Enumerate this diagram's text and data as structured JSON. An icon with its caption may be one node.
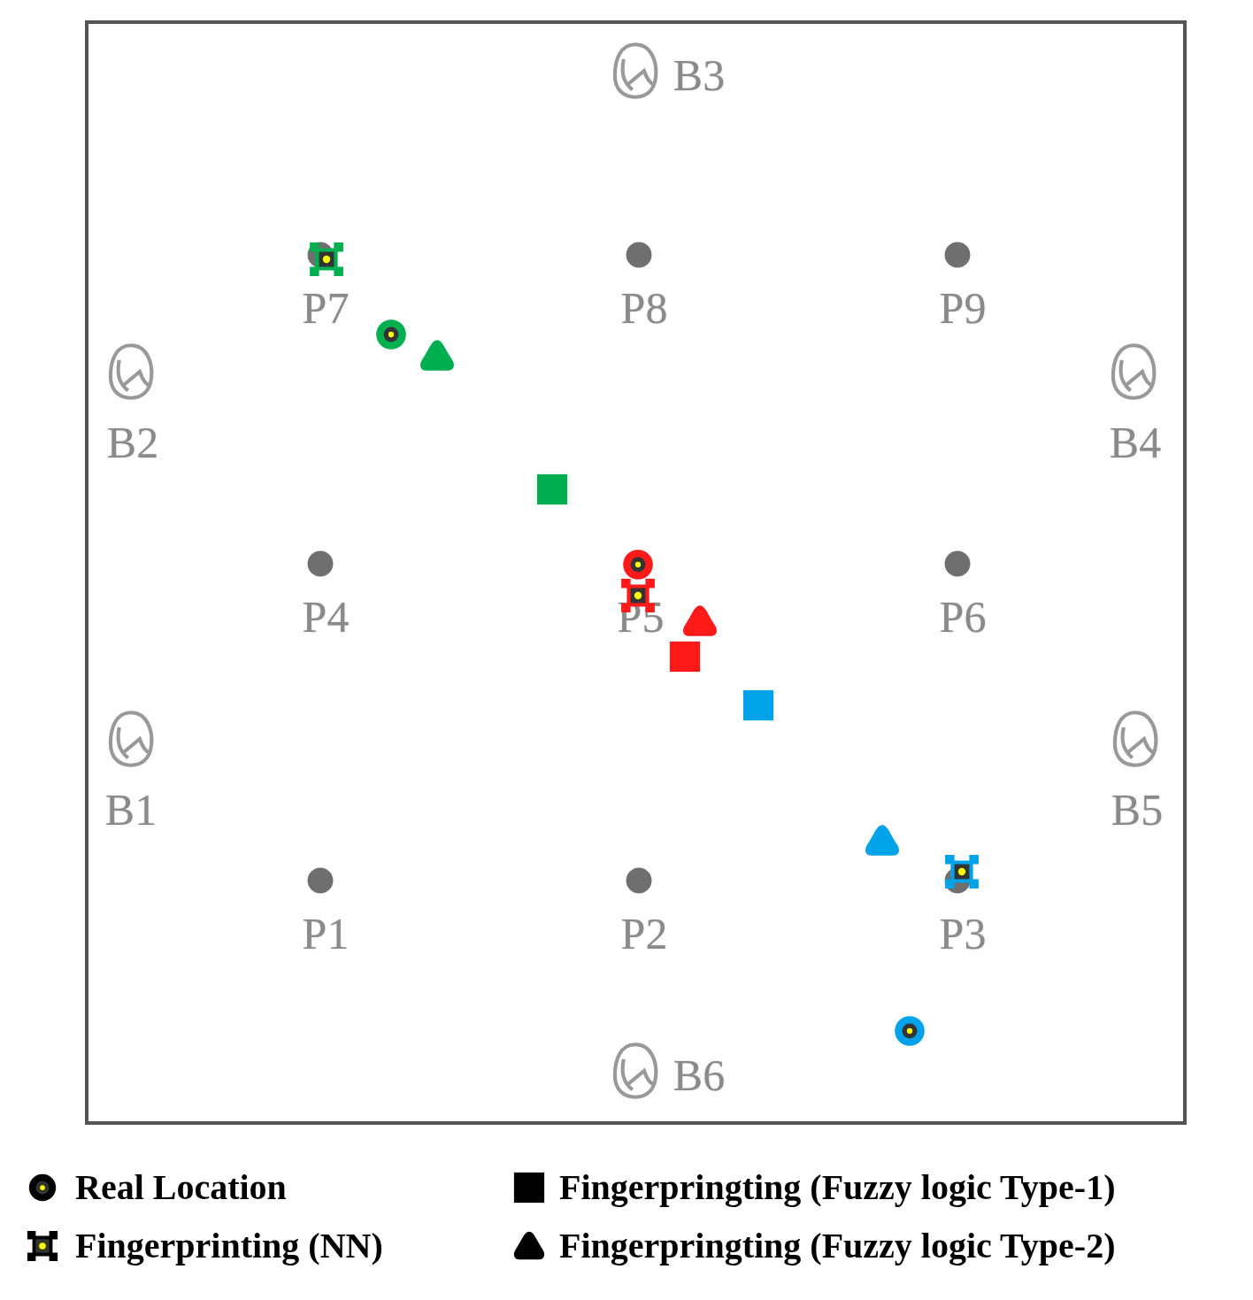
{
  "diagram": {
    "labels": [
      "B3",
      "P7",
      "P8",
      "P9",
      "B2",
      "B4",
      "P4",
      "P5",
      "P6",
      "B1",
      "B5",
      "P1",
      "P2",
      "P3",
      "B6"
    ],
    "legend": [
      {
        "text": "Real Location"
      },
      {
        "text": "Fingerpringting (Fuzzy logic Type-1)"
      },
      {
        "text": "Fingerprinting (NN)"
      },
      {
        "text": "Fingerpringting (Fuzzy logic Type-2)"
      }
    ]
  }
}
